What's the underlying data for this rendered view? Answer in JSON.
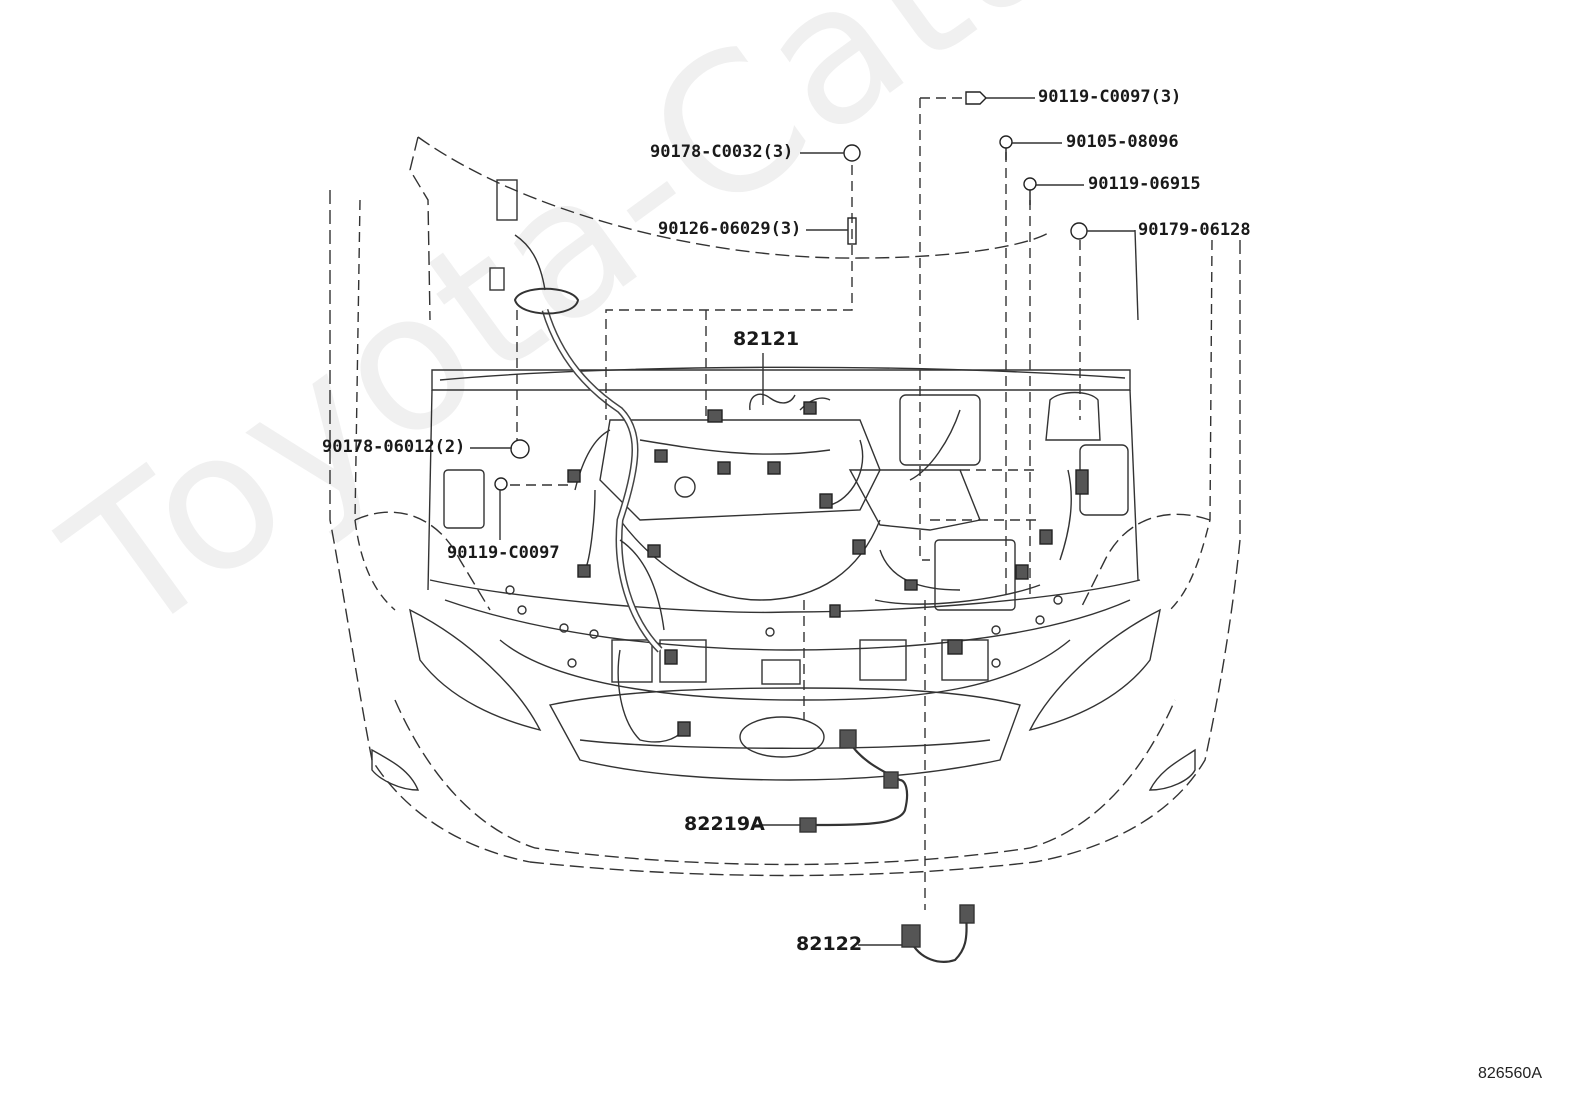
{
  "watermark": "Toyota-Catalog.ru",
  "figure_code": "826560A",
  "parts": {
    "p_90119_C0097_3": "90119-C0097(3)",
    "p_90105_08096": "90105-08096",
    "p_90119_06915": "90119-06915",
    "p_90179_06128": "90179-06128",
    "p_90178_C0032_3": "90178-C0032(3)",
    "p_90126_06029_3": "90126-06029(3)",
    "p_82121": "82121",
    "p_90178_06012_2": "90178-06012(2)",
    "p_90119_C0097": "90119-C0097",
    "p_82219A": "82219A",
    "p_82122": "82122"
  },
  "colors": {
    "line": "#333333",
    "watermark": "#eeeeee",
    "background": "#ffffff"
  }
}
